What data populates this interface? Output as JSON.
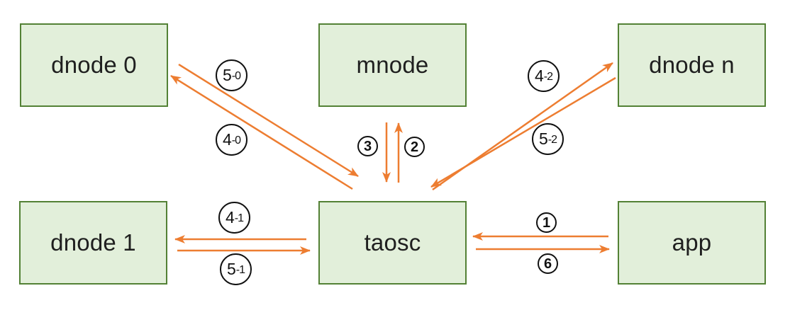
{
  "nodes": [
    {
      "id": "dnode0",
      "label": "dnode 0"
    },
    {
      "id": "mnode",
      "label": "mnode"
    },
    {
      "id": "dnoden",
      "label": "dnode n"
    },
    {
      "id": "dnode1",
      "label": "dnode 1"
    },
    {
      "id": "taosc",
      "label": "taosc"
    },
    {
      "id": "app",
      "label": "app"
    }
  ],
  "edges": [
    {
      "label": "5-0",
      "label_parts": [
        "5",
        "-0"
      ],
      "from": "dnode 0",
      "to": "taosc"
    },
    {
      "label": "4-0",
      "label_parts": [
        "4",
        "-0"
      ],
      "from": "taosc",
      "to": "dnode 0"
    },
    {
      "label": "3",
      "from": "mnode",
      "to": "taosc"
    },
    {
      "label": "2",
      "from": "taosc",
      "to": "mnode"
    },
    {
      "label": "4-2",
      "label_parts": [
        "4",
        "-2"
      ],
      "from": "taosc",
      "to": "dnode n"
    },
    {
      "label": "5-2",
      "label_parts": [
        "5",
        "-2"
      ],
      "from": "dnode n",
      "to": "taosc"
    },
    {
      "label": "4-1",
      "label_parts": [
        "4",
        "-1"
      ],
      "from": "taosc",
      "to": "dnode 1"
    },
    {
      "label": "5-1",
      "label_parts": [
        "5",
        "-1"
      ],
      "from": "dnode 1",
      "to": "taosc"
    },
    {
      "label": "1",
      "from": "app",
      "to": "taosc"
    },
    {
      "label": "6",
      "from": "taosc",
      "to": "app"
    }
  ],
  "colors": {
    "background": "#FFFFFF",
    "node_fill": "#E2EFDA",
    "node_border": "#538135",
    "arrow": "#ED7D31",
    "label_text": "#111111"
  }
}
